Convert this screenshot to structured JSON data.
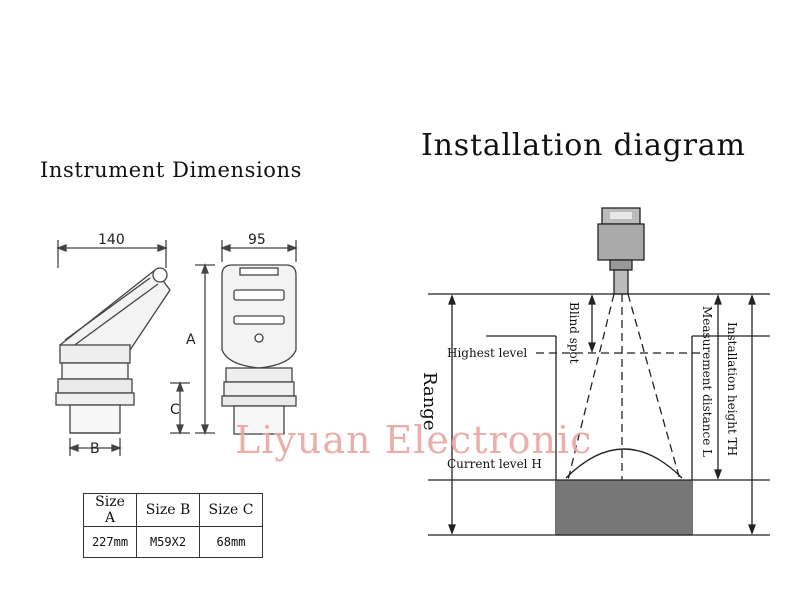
{
  "left": {
    "title": "Instrument Dimensions",
    "dim_width_front": "140",
    "dim_width_side": "95",
    "dim_a": "A",
    "dim_b": "B",
    "dim_c": "C",
    "table": {
      "headers": [
        "Size A",
        "Size B",
        "Size C"
      ],
      "values": [
        "227mm",
        "M59X2",
        "68mm"
      ]
    }
  },
  "right": {
    "title": "Installation diagram",
    "labels": {
      "highest_level": "Highest level",
      "current_level": "Current level H",
      "range": "Range",
      "blind_spot": "Blind spot",
      "measurement_distance": "Measurement distance L",
      "installation_height": "Installation height TH"
    }
  },
  "watermark": "Liyuan Electronic"
}
